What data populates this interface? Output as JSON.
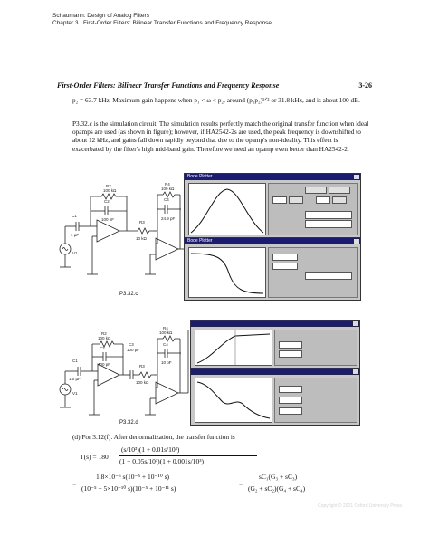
{
  "header": {
    "line1": "Schaumann: Design of Analog Filters",
    "line2": "Chapter 3 : First-Order Filters: Bilinear Transfer Functions and Frequency Response"
  },
  "running_head": {
    "title": "First-Order Filters: Bilinear Transfer Functions and Frequency Response",
    "page": "3-26"
  },
  "paragraph1": "p₂ = 63.7 kHz. Maximum gain happens when p₁ < ω < p₂, around (p₁p₂)¹ᐟ² or 31.8 kHz, and is about 100 dB.",
  "paragraph2": "P3.32.c is the simulation circuit. The simulation results perfectly match the original transfer function when ideal opamps are used (as shown in figure); however, if HA2542-2s are used, the peak frequency is downshifted to about 12 kHz, and gains fall down rapidly beyond that due to the opamp's non-ideality. This effect is exacerbated by the filter's high mid-band gain. Therefore we need an opamp even better than HA2542-2.",
  "figure_c": {
    "label": "P3.32.c",
    "components": {
      "r2": "R2",
      "r2v": "100 kΩ",
      "c2": "C2",
      "c2v": "100 pF",
      "r4": "R4",
      "r4v": "100 kΩ",
      "c4": "C4",
      "c4v": "24.9 pF",
      "c1": "C1",
      "c1v": "1 µF",
      "r3": "R3",
      "r3v": "10 kΩ",
      "v1": "V1"
    },
    "window1": "Bode Plotter",
    "window2": "Bode Plotter"
  },
  "figure_d": {
    "label": "P3.32.d",
    "components": {
      "r2": "R2",
      "r2v": "100 kΩ",
      "c2": "C2",
      "c2v": "400 pF",
      "c3": "C3",
      "c3v": "100 pF",
      "r4": "R4",
      "r4v": "100 kΩ",
      "c4": "C4",
      "c4v": "10 pF",
      "c1": "C1",
      "c1v": "1.0 µF",
      "r3": "R3",
      "r3v": "100 kΩ",
      "v1": "V1"
    }
  },
  "part_d_text": "(d) For 3.12(f). After denormalization, the transfer function is",
  "eq1_lhs": "T(s) = 180",
  "eq1_num": "(s/10³)(1 + 0.01s/10³)",
  "eq1_den": "(1 + 0.05s/10³)(1 + 0.001s/10³)",
  "eq2_num": "1.8×10⁻⁶ s(10⁻⁵ + 10⁻¹⁰ s)",
  "eq2_den": "(10⁻⁵ + 5×10⁻¹⁰ s)(10⁻⁵ + 10⁻¹¹ s)",
  "eq2_rhs_num": "sC₁(G₃ + sC₃)",
  "eq2_rhs_den": "(G₂ + sC₂)(G₄ + sC₄)",
  "watermark": "Copyright © 2001 Oxford University Press"
}
